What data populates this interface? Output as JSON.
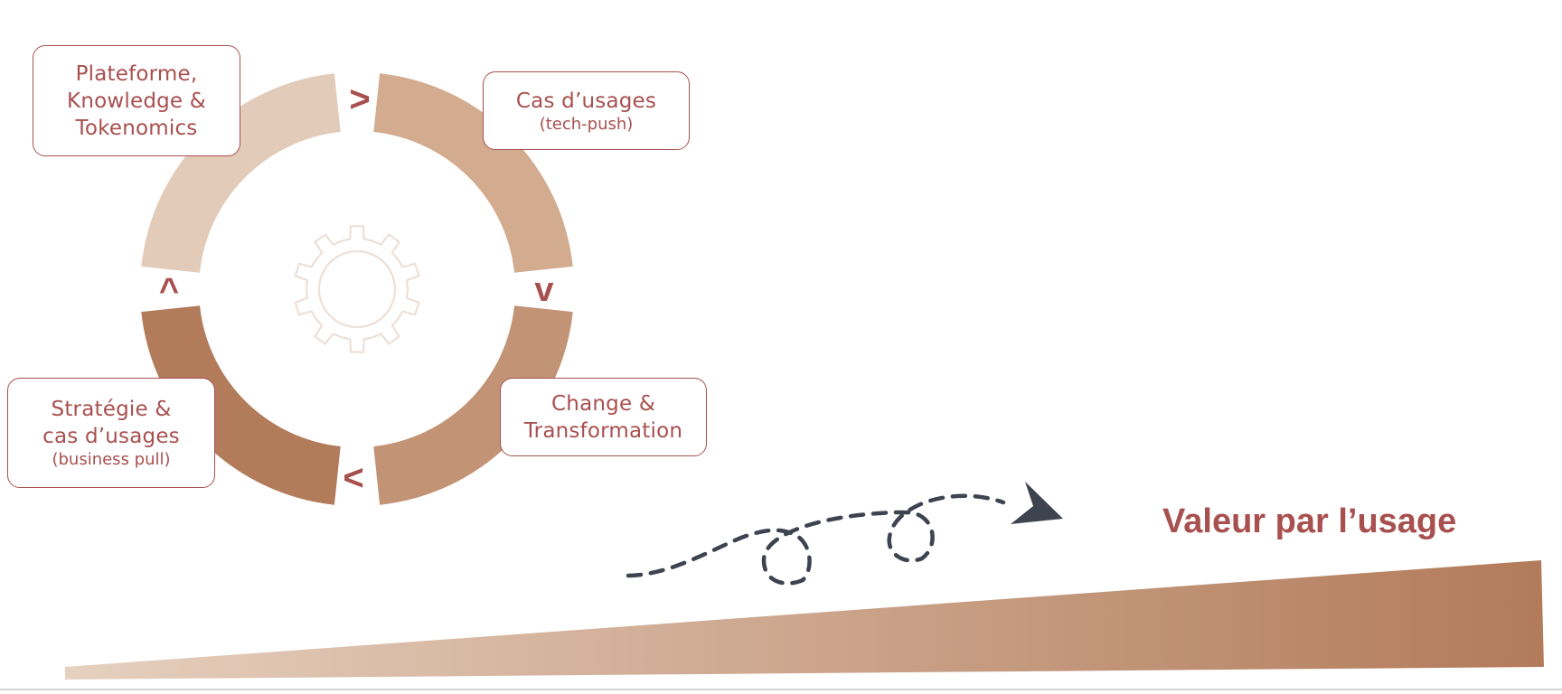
{
  "cycle": {
    "colors": {
      "top_left": "#e2cbb9",
      "top_right": "#d3ab8e",
      "bottom_right": "#c29375",
      "bottom_left": "#b27b5a",
      "text": "#a8504f",
      "gear": "#ece0d8"
    },
    "arrows": {
      "top": ">",
      "right": "v",
      "bottom": "<",
      "left": "^"
    },
    "center_icon": "gear-icon",
    "steps": {
      "plateforme": {
        "lines": [
          "Plateforme,",
          "Knowledge &",
          "Tokenomics"
        ]
      },
      "cas_usages": {
        "title": "Cas d’usages",
        "sub": "(tech-push)"
      },
      "change": {
        "lines": [
          "Change &",
          "Transformation"
        ]
      },
      "strategie": {
        "lines": [
          "Stratégie &",
          "cas d’usages"
        ],
        "sub": "(business pull)"
      }
    }
  },
  "value": {
    "title": "Valeur par l’usage",
    "gradient_start": "#e6d0bf",
    "gradient_end": "#b27b5a",
    "path_color": "#3e4350",
    "path_icon": "dashed-arrow-icon"
  }
}
